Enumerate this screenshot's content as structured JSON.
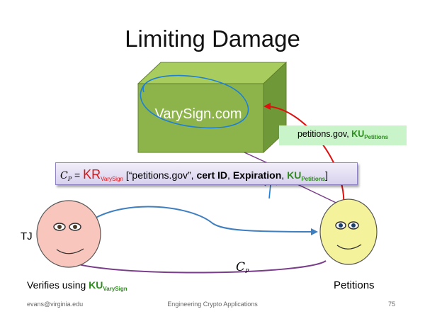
{
  "slide": {
    "title": "Limiting Damage",
    "server_name": "VarySign.com",
    "green_label_text": "petitions.gov, ",
    "green_label_key": "KU",
    "green_label_key_sub": "Petitions",
    "formula": {
      "cp_var": "C",
      "cp_sub": "P",
      "eq": " = ",
      "kr": "KR",
      "kr_sub": "VarySign",
      "open": " [“petitions.gov”, ",
      "cert": "cert ID",
      "comma1": ", ",
      "expiration": "Expiration",
      "comma2": ", ",
      "ku": "KU",
      "ku_sub": "Petitions",
      "close": "]"
    },
    "tj_label": "TJ",
    "verifies_text": "Verifies using ",
    "verifies_key": "KU",
    "verifies_key_sub": "VarySign",
    "petitions_label": "Petitions",
    "cp_arrow_var": "C",
    "cp_arrow_sub": "P"
  },
  "footer": {
    "left": "evans@virginia.edu",
    "center": "Engineering Crypto Applications",
    "right": "75"
  },
  "colors": {
    "cube_front": "#8db44a",
    "cube_top": "#a8cc5e",
    "cube_side": "#6f9838",
    "face_left": "#f8c6bc",
    "face_right": "#f4f29a",
    "arrow_red": "#e01010",
    "arrow_purple": "#7a3d8a",
    "arrow_blue": "#3f7fc0",
    "ink_blue": "#1e7fd6",
    "key_green": "#2e8b1e",
    "label_box": "#c9f4c9"
  }
}
